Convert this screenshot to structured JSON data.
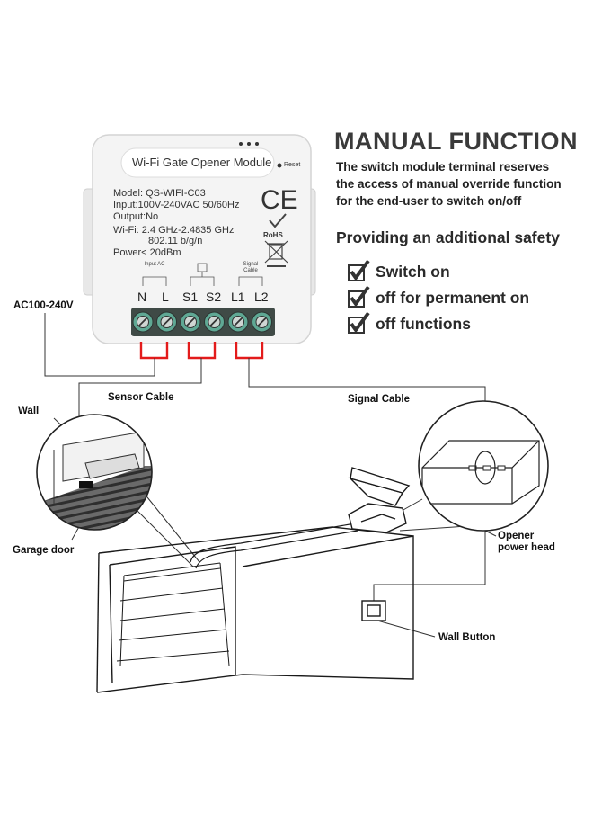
{
  "title": "MANUAL FUNCTION",
  "description": [
    "The switch module terminal reserves",
    "the access of manual override function",
    "for the end-user to switch on/off"
  ],
  "safety_heading": "Providing an additional safety",
  "features": [
    "Switch on",
    "off for permanent on",
    "off functions"
  ],
  "module": {
    "name": "Wi-Fi Gate Opener Module",
    "reset_label": "Reset",
    "specs": [
      "Model: QS-WIFI-C03",
      "Input:100V-240VAC 50/60Hz",
      "Output:No",
      "Wi-Fi: 2.4 GHz-2.4835 GHz",
      "802.11 b/g/n",
      "Power< 20dBm"
    ],
    "ce_mark": "CE",
    "rohs_label": "RoHS",
    "terminal_groups": [
      "Input AC",
      "Signal Cable"
    ],
    "terminals": [
      "N",
      "L",
      "S1",
      "S2",
      "L1",
      "L2"
    ]
  },
  "labels": {
    "ac_input": "AC100-240V",
    "sensor_cable": "Sensor Cable",
    "signal_cable": "Signal Cable",
    "wall": "Wall",
    "garage_door": "Garage door",
    "opener_line1": "Opener",
    "opener_line2": "power head",
    "wall_button": "Wall Button"
  },
  "colors": {
    "connector": "#e31b1b",
    "terminal_block": "#5fa894",
    "module_body": "#f4f4f4",
    "heading": "#3a3a3a"
  }
}
